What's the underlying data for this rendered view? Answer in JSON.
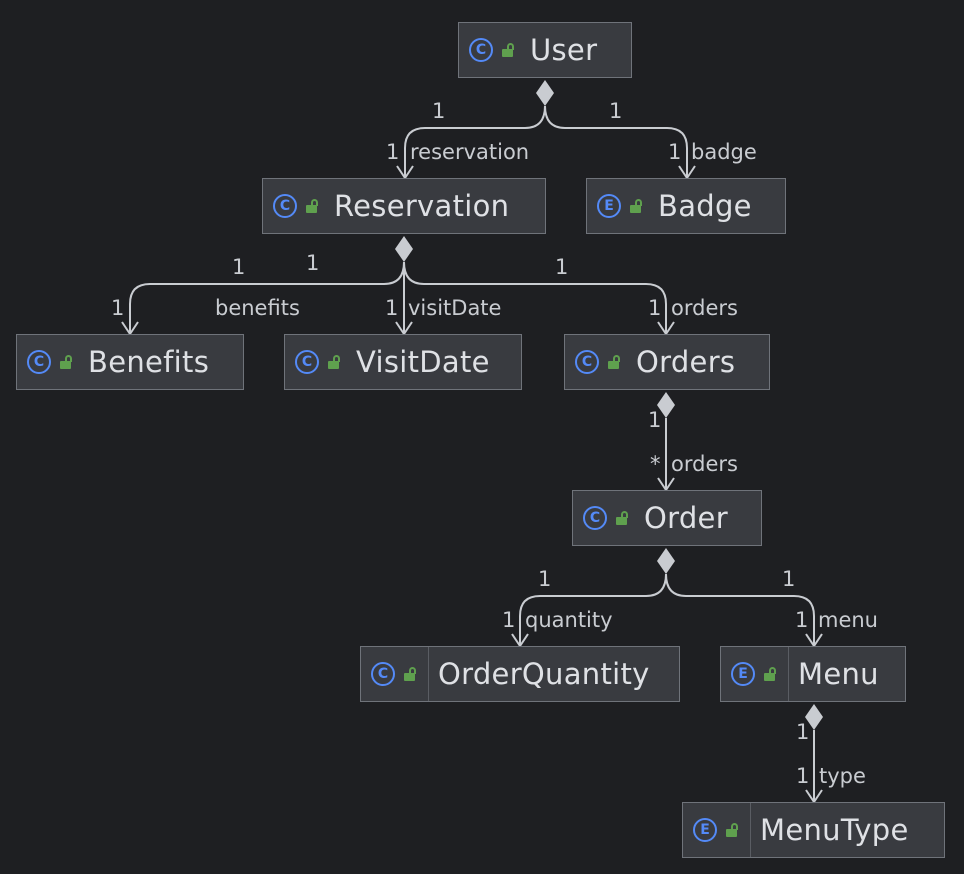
{
  "colors": {
    "background": "#1e1f22",
    "node_fill": "#393b40",
    "node_border": "#6f737a",
    "edge": "#c9ccd1",
    "class_icon": "#548af7",
    "lock_icon": "#5fa04e"
  },
  "nodes": {
    "user": {
      "name": "User",
      "kind": "C",
      "kind_icon": "class-icon"
    },
    "reservation": {
      "name": "Reservation",
      "kind": "C",
      "kind_icon": "class-icon"
    },
    "badge": {
      "name": "Badge",
      "kind": "E",
      "kind_icon": "enum-icon"
    },
    "benefits": {
      "name": "Benefits",
      "kind": "C",
      "kind_icon": "class-icon"
    },
    "visitdate": {
      "name": "VisitDate",
      "kind": "C",
      "kind_icon": "class-icon"
    },
    "orders": {
      "name": "Orders",
      "kind": "C",
      "kind_icon": "class-icon"
    },
    "order": {
      "name": "Order",
      "kind": "C",
      "kind_icon": "class-icon"
    },
    "orderquantity": {
      "name": "OrderQuantity",
      "kind": "C",
      "kind_icon": "class-icon"
    },
    "menu": {
      "name": "Menu",
      "kind": "E",
      "kind_icon": "enum-icon"
    },
    "menutype": {
      "name": "MenuType",
      "kind": "E",
      "kind_icon": "enum-icon"
    }
  },
  "edges": {
    "user_reservation": {
      "source_mult": "1",
      "target_mult": "1",
      "role": "reservation"
    },
    "user_badge": {
      "source_mult": "1",
      "target_mult": "1",
      "role": "badge"
    },
    "res_benefits": {
      "source_mult": "1",
      "target_mult": "1",
      "role": "benefits"
    },
    "res_visitdate": {
      "source_mult": "1",
      "target_mult": "1",
      "role": "visitDate"
    },
    "res_orders": {
      "source_mult": "1",
      "target_mult": "1",
      "role": "orders"
    },
    "orders_order": {
      "source_mult": "1",
      "target_mult": "*",
      "role": "orders"
    },
    "order_quantity": {
      "source_mult": "1",
      "target_mult": "1",
      "role": "quantity"
    },
    "order_menu": {
      "source_mult": "1",
      "target_mult": "1",
      "role": "menu"
    },
    "menu_menutype": {
      "source_mult": "1",
      "target_mult": "1",
      "role": "type"
    }
  }
}
